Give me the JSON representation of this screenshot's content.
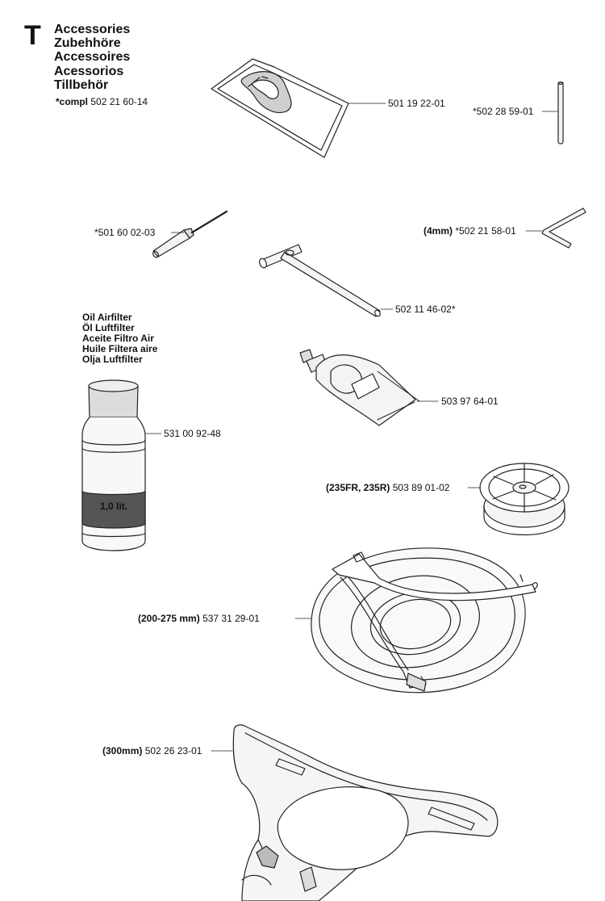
{
  "section": {
    "letter": "T",
    "titles": [
      "Accessories",
      "Zubehhöre",
      "Accessoires",
      "Acessorios",
      "Tillbehör"
    ]
  },
  "compl": {
    "label": "*compl",
    "number": "502 21 60-14"
  },
  "oil_block": {
    "lines": [
      "Oil Airfilter",
      "Öl Luftfilter",
      "Aceite Filtro Air",
      "Huile Filtera aire",
      "Olja Luftfilter"
    ],
    "bottle_volume": "1,0 lit."
  },
  "parts": [
    {
      "id": "bag",
      "qualifier": "",
      "number": "501 19 22-01"
    },
    {
      "id": "pin",
      "qualifier": "",
      "number": "*502 28 59-01"
    },
    {
      "id": "screwdriver",
      "qualifier": "",
      "number": "*501 60 02-03"
    },
    {
      "id": "hex-key",
      "qualifier": "(4mm)",
      "number": "*502 21 58-01"
    },
    {
      "id": "spark-wrench",
      "qualifier": "",
      "number": "502 11 46-02*"
    },
    {
      "id": "grease-tube",
      "qualifier": "",
      "number": "503 97 64-01"
    },
    {
      "id": "oil-bottle",
      "qualifier": "",
      "number": "531 00 92-48"
    },
    {
      "id": "support-cup",
      "qualifier": "(235FR, 235R)",
      "number": "503 89 01-02"
    },
    {
      "id": "guard-200",
      "qualifier": "(200-275 mm)",
      "number": "537 31 29-01"
    },
    {
      "id": "guard-300",
      "qualifier": "(300mm)",
      "number": "502 26 23-01"
    }
  ]
}
